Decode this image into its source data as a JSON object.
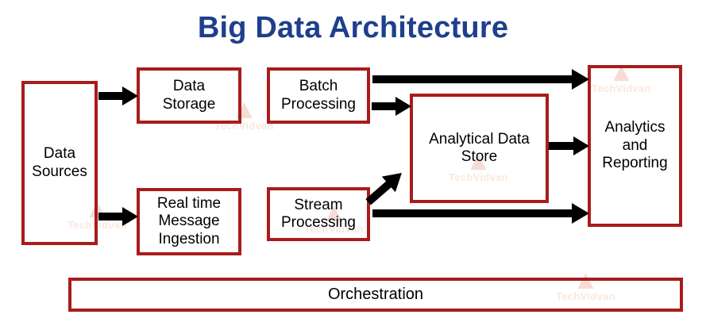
{
  "diagram": {
    "title": "Big Data Architecture",
    "title_color": "#1E3F8C",
    "node_border_color": "#A81C1C",
    "arrow_color": "#000000",
    "background_color": "#FFFFFF",
    "type": "flow-diagram"
  },
  "nodes": {
    "data_sources": "Data\nSources",
    "data_storage": "Data\nStorage",
    "realtime_ingestion": "Real time\nMessage\nIngestion",
    "batch_processing": "Batch\nProcessing",
    "stream_processing": "Stream\nProcessing",
    "analytical_store": "Analytical Data\nStore",
    "analytics_reporting": "Analytics\nand\nReporting",
    "orchestration": "Orchestration"
  },
  "connections": [
    {
      "id": "sources-to-storage",
      "from": "Data Sources",
      "to": "Data Storage",
      "style": "straight"
    },
    {
      "id": "sources-to-ingestion",
      "from": "Data Sources",
      "to": "Real time Message Ingestion",
      "style": "straight"
    },
    {
      "id": "batch-to-analytics",
      "from": "Batch Processing",
      "to": "Analytics and Reporting",
      "style": "straight"
    },
    {
      "id": "batch-to-analytical-store",
      "from": "Batch Processing",
      "to": "Analytical Data Store",
      "style": "straight"
    },
    {
      "id": "stream-to-analytical-store",
      "from": "Stream Processing",
      "to": "Analytical Data Store",
      "style": "diagonal"
    },
    {
      "id": "stream-to-analytics",
      "from": "Stream Processing",
      "to": "Analytics and Reporting",
      "style": "straight"
    },
    {
      "id": "store-to-analytics",
      "from": "Analytical Data Store",
      "to": "Analytics and Reporting",
      "style": "straight"
    }
  ],
  "watermarks": [
    {
      "id": "wm-1",
      "mark": "▲",
      "text": "TechVidvan"
    },
    {
      "id": "wm-2",
      "mark": "▲",
      "text": "TechVidvan"
    },
    {
      "id": "wm-3",
      "mark": "▲",
      "text": "TechVidvan"
    },
    {
      "id": "wm-4",
      "mark": "▲",
      "text": "TechVidvan"
    },
    {
      "id": "wm-5",
      "mark": "▲",
      "text": "TechVidvan"
    },
    {
      "id": "wm-6",
      "mark": "▲",
      "text": "TechVidvan"
    }
  ]
}
